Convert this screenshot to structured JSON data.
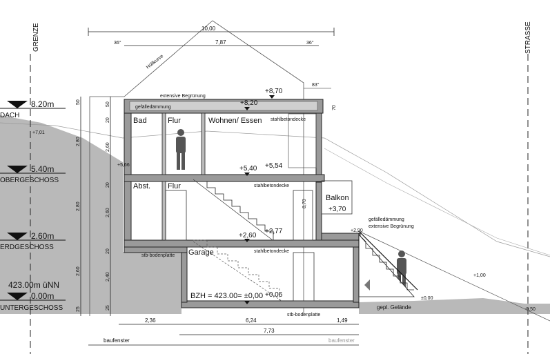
{
  "boundaries": {
    "left": "GRENZE",
    "right": "STRASSE"
  },
  "levels": [
    {
      "value": "8.20m",
      "name": "DACH"
    },
    {
      "value": "5.40m",
      "name": "OBERGESCHOSS"
    },
    {
      "value": "2.60m",
      "name": "ERDGESCHOSS"
    },
    {
      "value": "423.00m üNN",
      "name": ""
    },
    {
      "value": "0.00m",
      "name": "UNTERGESCHOSS"
    }
  ],
  "top_dims": {
    "overall": "10,00",
    "left_angle": "36°",
    "middle": "7,87",
    "right_angle": "36°",
    "envelope": "Hüllkurve",
    "balcony_angle": "83°"
  },
  "roof": {
    "greening": "extensive Begrünung",
    "insulation": "gefälledämmung",
    "top_level": "+8,70",
    "deck_level": "+8,20"
  },
  "rooms": {
    "og": [
      "Bad",
      "Flur",
      "Wohnen/ Essen"
    ],
    "eg": [
      "Abst.",
      "Flur"
    ],
    "ug": [
      "Garage"
    ]
  },
  "slabs": {
    "concrete": "stahlbetondecke",
    "base": "stb-bodenplatte"
  },
  "spot_heights": {
    "l701": "+7,01",
    "l566": "+5,66",
    "l540": "+5,40",
    "l554": "+5,54",
    "l260": "+2,60",
    "l277": "+2,77",
    "l370": "+3,70",
    "l290": "+2,90",
    "l000": "±0,00",
    "l006": "+0,06",
    "l100": "+1,00",
    "l050": "-0,50"
  },
  "balcony": {
    "label": "Balkon",
    "insulation": "gefälledämmung",
    "greening": "extensive Begrünung"
  },
  "base_datum": "BZH = 423.00= ±0,00",
  "terrain": "gepl. Gelände",
  "vertical_dims": {
    "outer": [
      "50",
      "2,80",
      "2,80",
      "2,60",
      "25"
    ],
    "inner": [
      "50",
      "20",
      "2,60",
      "20",
      "2,60",
      "20",
      "2,40",
      "25"
    ],
    "door": "8,70",
    "parapet": "70"
  },
  "bottom_dims": {
    "a": "2,36",
    "b": "6,24",
    "c": "1,49",
    "total": "7,73",
    "bf1": "baufenster",
    "bf2": "baufenster"
  }
}
